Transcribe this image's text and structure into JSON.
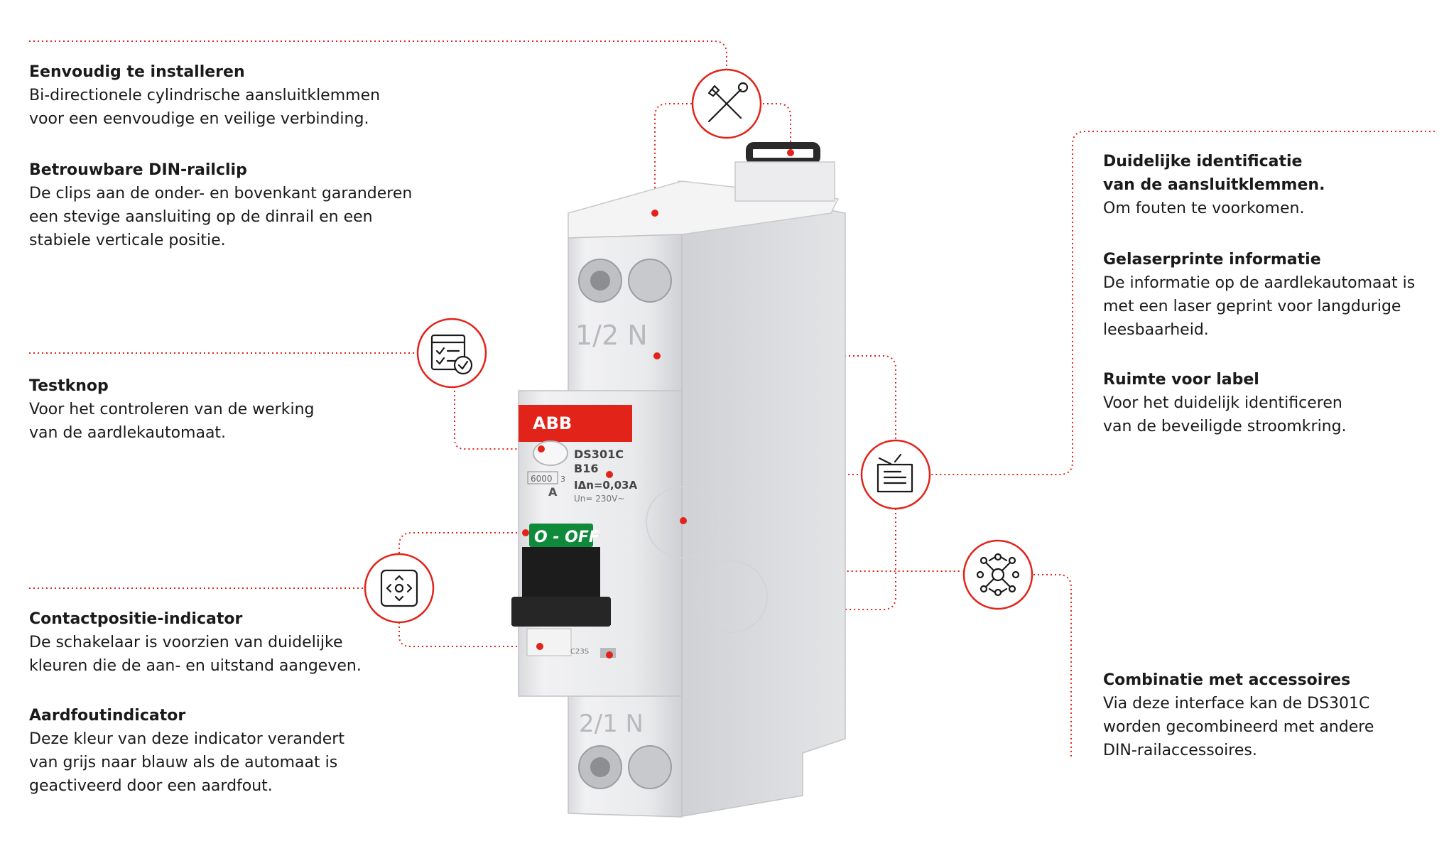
{
  "colors": {
    "accent": "#e2231a",
    "text": "#1a1a1a",
    "device_body": "#e8e9ec",
    "brand_red": "#e2231a",
    "off_green": "#0f8a3b",
    "handle": "#1c1c1c"
  },
  "features": {
    "install": {
      "title": "Eenvoudig te installeren",
      "lines": [
        "Bi-directionele cylindrische aansluitklemmen",
        "voor een eenvoudige en veilige verbinding."
      ]
    },
    "din_clip": {
      "title": "Betrouwbare DIN-railclip",
      "lines": [
        "De clips aan de onder- en bovenkant garanderen",
        "een stevige aansluiting op de dinrail en een",
        "stabiele verticale positie."
      ]
    },
    "test_button": {
      "title": "Testknop",
      "lines": [
        "Voor het controleren van de werking",
        "van de aardlekautomaat."
      ]
    },
    "contact_indicator": {
      "title": "Contactpositie-indicator",
      "lines": [
        "De schakelaar is voorzien van duidelijke",
        "kleuren die de aan- en uitstand aangeven."
      ]
    },
    "earth_fault": {
      "title": "Aardfoutindicator",
      "lines": [
        "Deze kleur van deze indicator verandert",
        "van grijs naar blauw als de automaat is",
        "geactiveerd door een aardfout."
      ]
    },
    "terminal_id": {
      "title_lines": [
        "Duidelijke identificatie",
        "van de aansluitklemmen."
      ],
      "lines": [
        "Om fouten te voorkomen."
      ]
    },
    "laser_info": {
      "title": "Gelaserprinte informatie",
      "lines": [
        "De informatie op de aardlekautomaat is",
        "met een laser geprint voor langdurige",
        "leesbaarheid."
      ]
    },
    "label_space": {
      "title": "Ruimte voor label",
      "lines": [
        "Voor het duidelijk identificeren",
        "van de beveiligde stroomkring."
      ]
    },
    "accessories": {
      "title": "Combinatie met accessoires",
      "lines": [
        "Via deze interface kan de DS301C",
        "worden gecombineerd met andere",
        "DIN-railaccessoires."
      ]
    }
  },
  "icons": [
    "tools-icon",
    "checklist-icon",
    "label-holder-icon",
    "position-indicator-icon",
    "accessory-network-icon"
  ],
  "device": {
    "brand": "ABB",
    "model": "DS301C",
    "rating": "B16",
    "sensitivity": "IΔn=0,03A",
    "voltage": "Un= 230V~",
    "breaking_capacity": "6000",
    "class_digit": "3",
    "type_letter": "A",
    "switch_label": "O - OFF",
    "top_terminal_label": "1/2   N",
    "bottom_terminal_label": "2/1   N",
    "small_code": "C23S"
  }
}
